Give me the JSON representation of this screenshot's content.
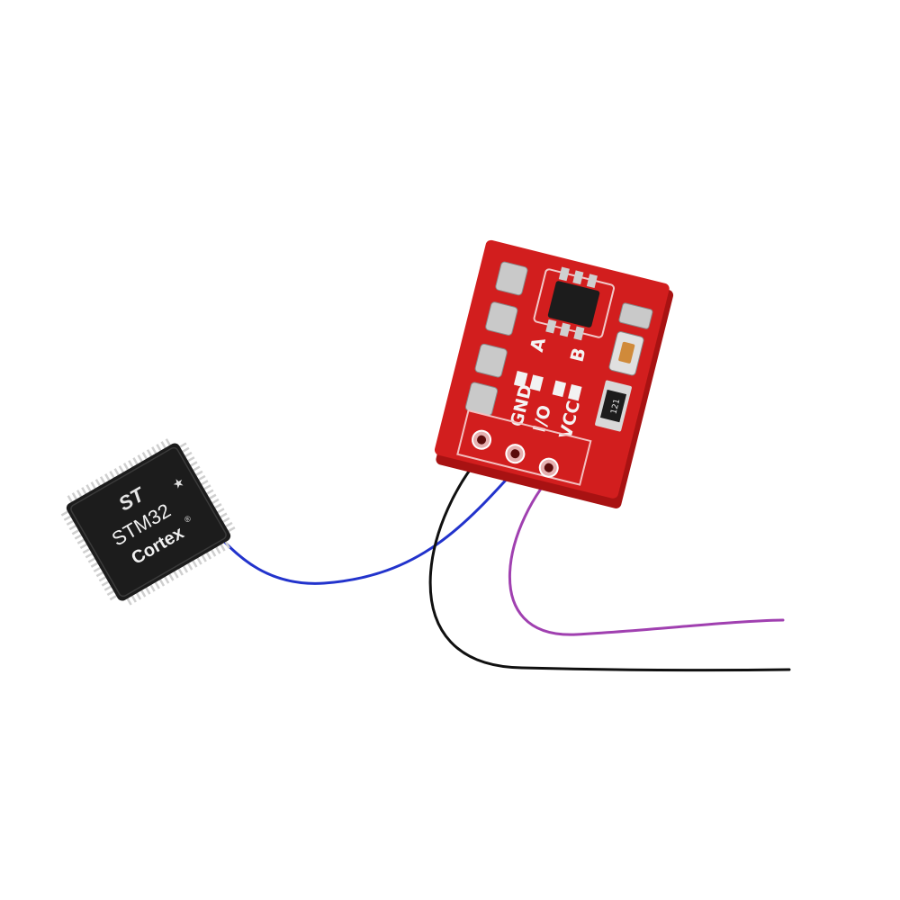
{
  "mcu": {
    "logo": "ST",
    "model": "STM32",
    "core": "Cortex",
    "registered": "®"
  },
  "module": {
    "pins": [
      {
        "label": "GND",
        "wire_color": "#101010"
      },
      {
        "label": "I/O",
        "wire_color": "#2233cc"
      },
      {
        "label": "VCC",
        "wire_color": "#a040b0"
      }
    ],
    "jumpers": [
      {
        "label": "A"
      },
      {
        "label": "B"
      }
    ],
    "resistor_code": "121"
  },
  "colors": {
    "pcb": "#d21e1e",
    "pcb_dark": "#a81212",
    "pad": "#c9c9c9",
    "chip_body": "#1c1c1c",
    "pin_metal": "#cfcfcf"
  }
}
